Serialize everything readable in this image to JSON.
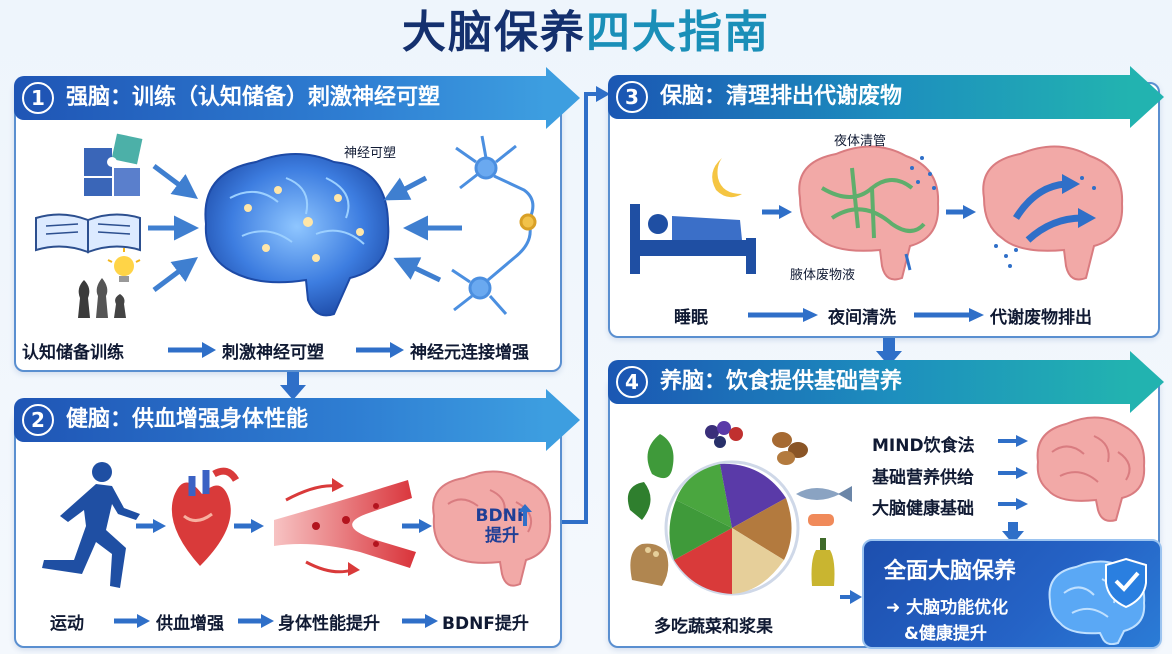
{
  "title": {
    "part1": "大脑保养",
    "part2": "四大指南"
  },
  "sections": [
    {
      "number": "1",
      "title": "强脑：训练（认知储备）刺激神经可塑",
      "brain_label": "神经可塑",
      "flow": [
        "认知储备训练",
        "刺激神经可塑",
        "神经元连接增强"
      ]
    },
    {
      "number": "2",
      "title": "健脑：供血增强身体性能",
      "brain_text_line1": "BDNF",
      "brain_text_line2": "提升",
      "flow": [
        "运动",
        "供血增强",
        "身体性能提升",
        "BDNF提升"
      ]
    },
    {
      "number": "3",
      "title": "保脑：清理排出代谢废物",
      "label_top": "夜体清管",
      "label_bottom": "腋体废物液",
      "flow": [
        "睡眠",
        "夜间清洗",
        "代谢废物排出"
      ]
    },
    {
      "number": "4",
      "title": "养脑：饮食提供基础营养",
      "food_label": "多吃蔬菜和浆果",
      "bullets": [
        "MIND饮食法",
        "基础营养供给",
        "大脑健康基础"
      ]
    }
  ],
  "summary": {
    "title": "全面大脑保养",
    "line1": "➜ 大脑功能优化",
    "line2": "&健康提升"
  },
  "colors": {
    "blue_accent": "#2f7fd3",
    "teal_accent": "#22b3b0",
    "brain_pink": "#f2a9a7",
    "brain_blue": "#3d7de0"
  }
}
